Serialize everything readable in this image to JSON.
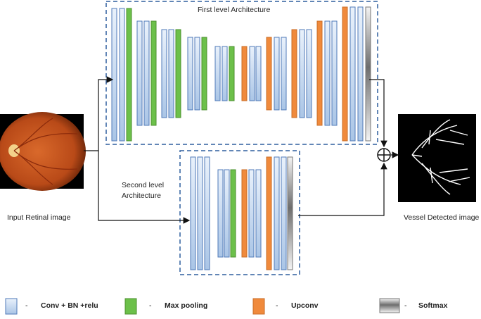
{
  "titles": {
    "first_level": "First level Architecture",
    "second_level_line1": "Second level",
    "second_level_line2": "Architecture"
  },
  "labels": {
    "input": "Input Retinal image",
    "output": "Vessel Detected image"
  },
  "legend": [
    {
      "kind": "conv",
      "text": "Conv + BN +relu"
    },
    {
      "kind": "pool",
      "text": "Max pooling"
    },
    {
      "kind": "upconv",
      "text": "Upconv"
    },
    {
      "kind": "softmax",
      "text": "Softmax"
    }
  ],
  "legend_dash": "-",
  "colors": {
    "conv_fill": "#cfe0f3",
    "conv_stroke": "#4f7ab8",
    "pool": "#6cc04a",
    "upconv": "#f08a3c",
    "box_dash": "#2f5f9e",
    "arrow": "#111111",
    "fundus": "#c5551f",
    "vessel_bg": "#000000"
  },
  "network": {
    "first_level": [
      "conv",
      "conv",
      "pool",
      "conv",
      "conv",
      "pool",
      "conv",
      "conv",
      "pool",
      "conv",
      "conv",
      "pool",
      "conv",
      "conv",
      "pool",
      "upconv",
      "conv",
      "conv",
      "upconv",
      "conv",
      "conv",
      "upconv",
      "conv",
      "conv",
      "upconv",
      "conv",
      "conv",
      "softmax"
    ],
    "second_level": [
      "conv",
      "conv",
      "conv",
      "conv",
      "conv",
      "pool",
      "upconv",
      "conv",
      "conv",
      "upconv",
      "conv",
      "conv",
      "softmax"
    ]
  }
}
